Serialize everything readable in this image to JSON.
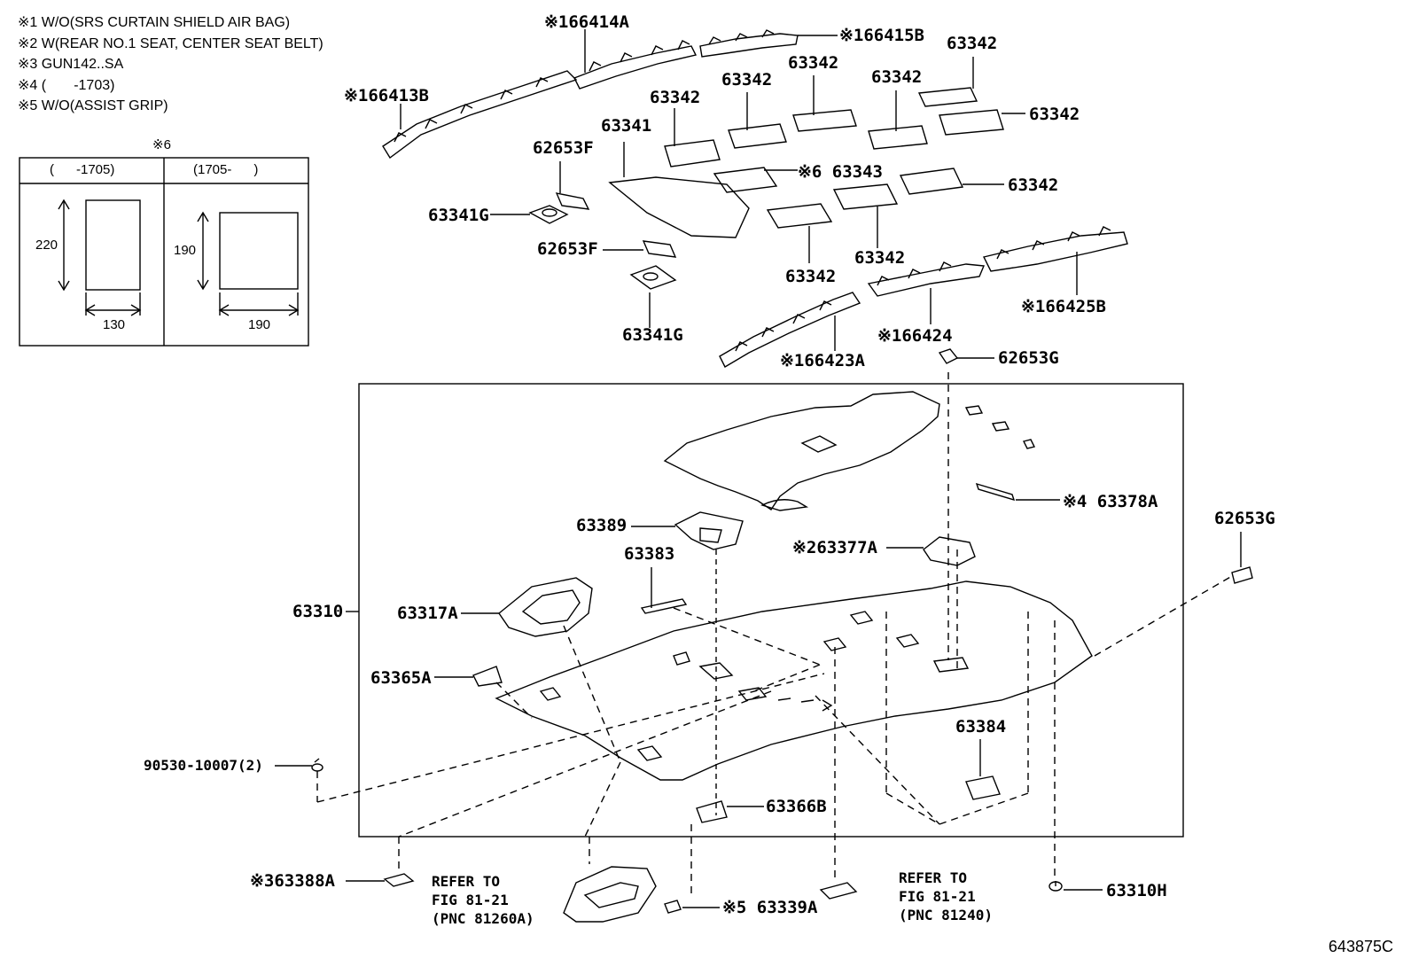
{
  "notes": [
    "※1 W/O(SRS CURTAIN SHIELD AIR BAG)",
    "※2 W(REAR NO.1 SEAT, CENTER SEAT BELT)",
    "※3 GUN142..SA",
    "※4 (       -1703)",
    "※5 W/O(ASSIST GRIP)"
  ],
  "inset": {
    "mark": "※6",
    "col1_header": "(      -1705)",
    "col2_header": "(1705-      )",
    "col1_height": "220",
    "col1_width": "130",
    "col2_height": "190",
    "col2_width": "190"
  },
  "labels": {
    "p66414A": "※166414A",
    "p66415B": "※166415B",
    "p66413B": "※166413B",
    "p63342_a": "63342",
    "p63342_b": "63342",
    "p63342_c": "63342",
    "p63342_d": "63342",
    "p63342_e": "63342",
    "p63342_f": "63342",
    "p63342_g": "63342",
    "p63342_h": "63342",
    "p63342_i": "63342",
    "p63341": "63341",
    "p62653F_a": "62653F",
    "p62653F_b": "62653F",
    "p63343": "※6 63343",
    "p63341G_a": "63341G",
    "p63341G_b": "63341G",
    "p66425B": "※166425B",
    "p66424": "※166424",
    "p66423A": "※166423A",
    "p62653G_a": "62653G",
    "p62653G_b": "62653G",
    "p63378A": "※4 63378A",
    "p63389": "63389",
    "p63377A": "※263377A",
    "p63383": "63383",
    "p63310": "63310",
    "p63317A": "63317A",
    "p63365A": "63365A",
    "p90530": "90530-10007(2)",
    "p63384": "63384",
    "p63366B": "63366B",
    "p63388A": "※363388A",
    "p63339A": "※5 63339A",
    "p63310H": "63310H"
  },
  "refs": {
    "left": [
      "REFER TO",
      "FIG 81-21",
      "(PNC 81260A)"
    ],
    "right": [
      "REFER TO",
      "FIG 81-21",
      "(PNC 81240)"
    ]
  },
  "diagram_code": "643875C"
}
